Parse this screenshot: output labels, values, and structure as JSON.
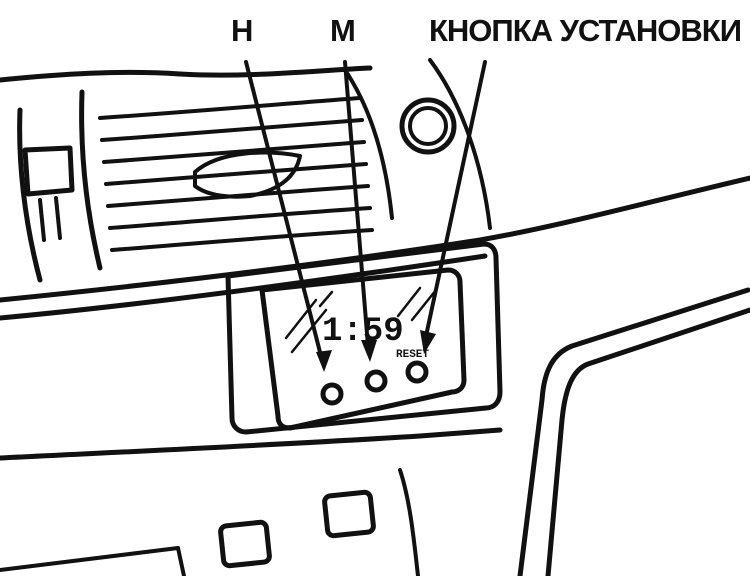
{
  "labels": {
    "hour": "H",
    "minute": "M",
    "set_button": "КНОПКА УСТАНОВКИ"
  },
  "clock_display": {
    "time": "1:59",
    "button_tag": "RESET"
  }
}
